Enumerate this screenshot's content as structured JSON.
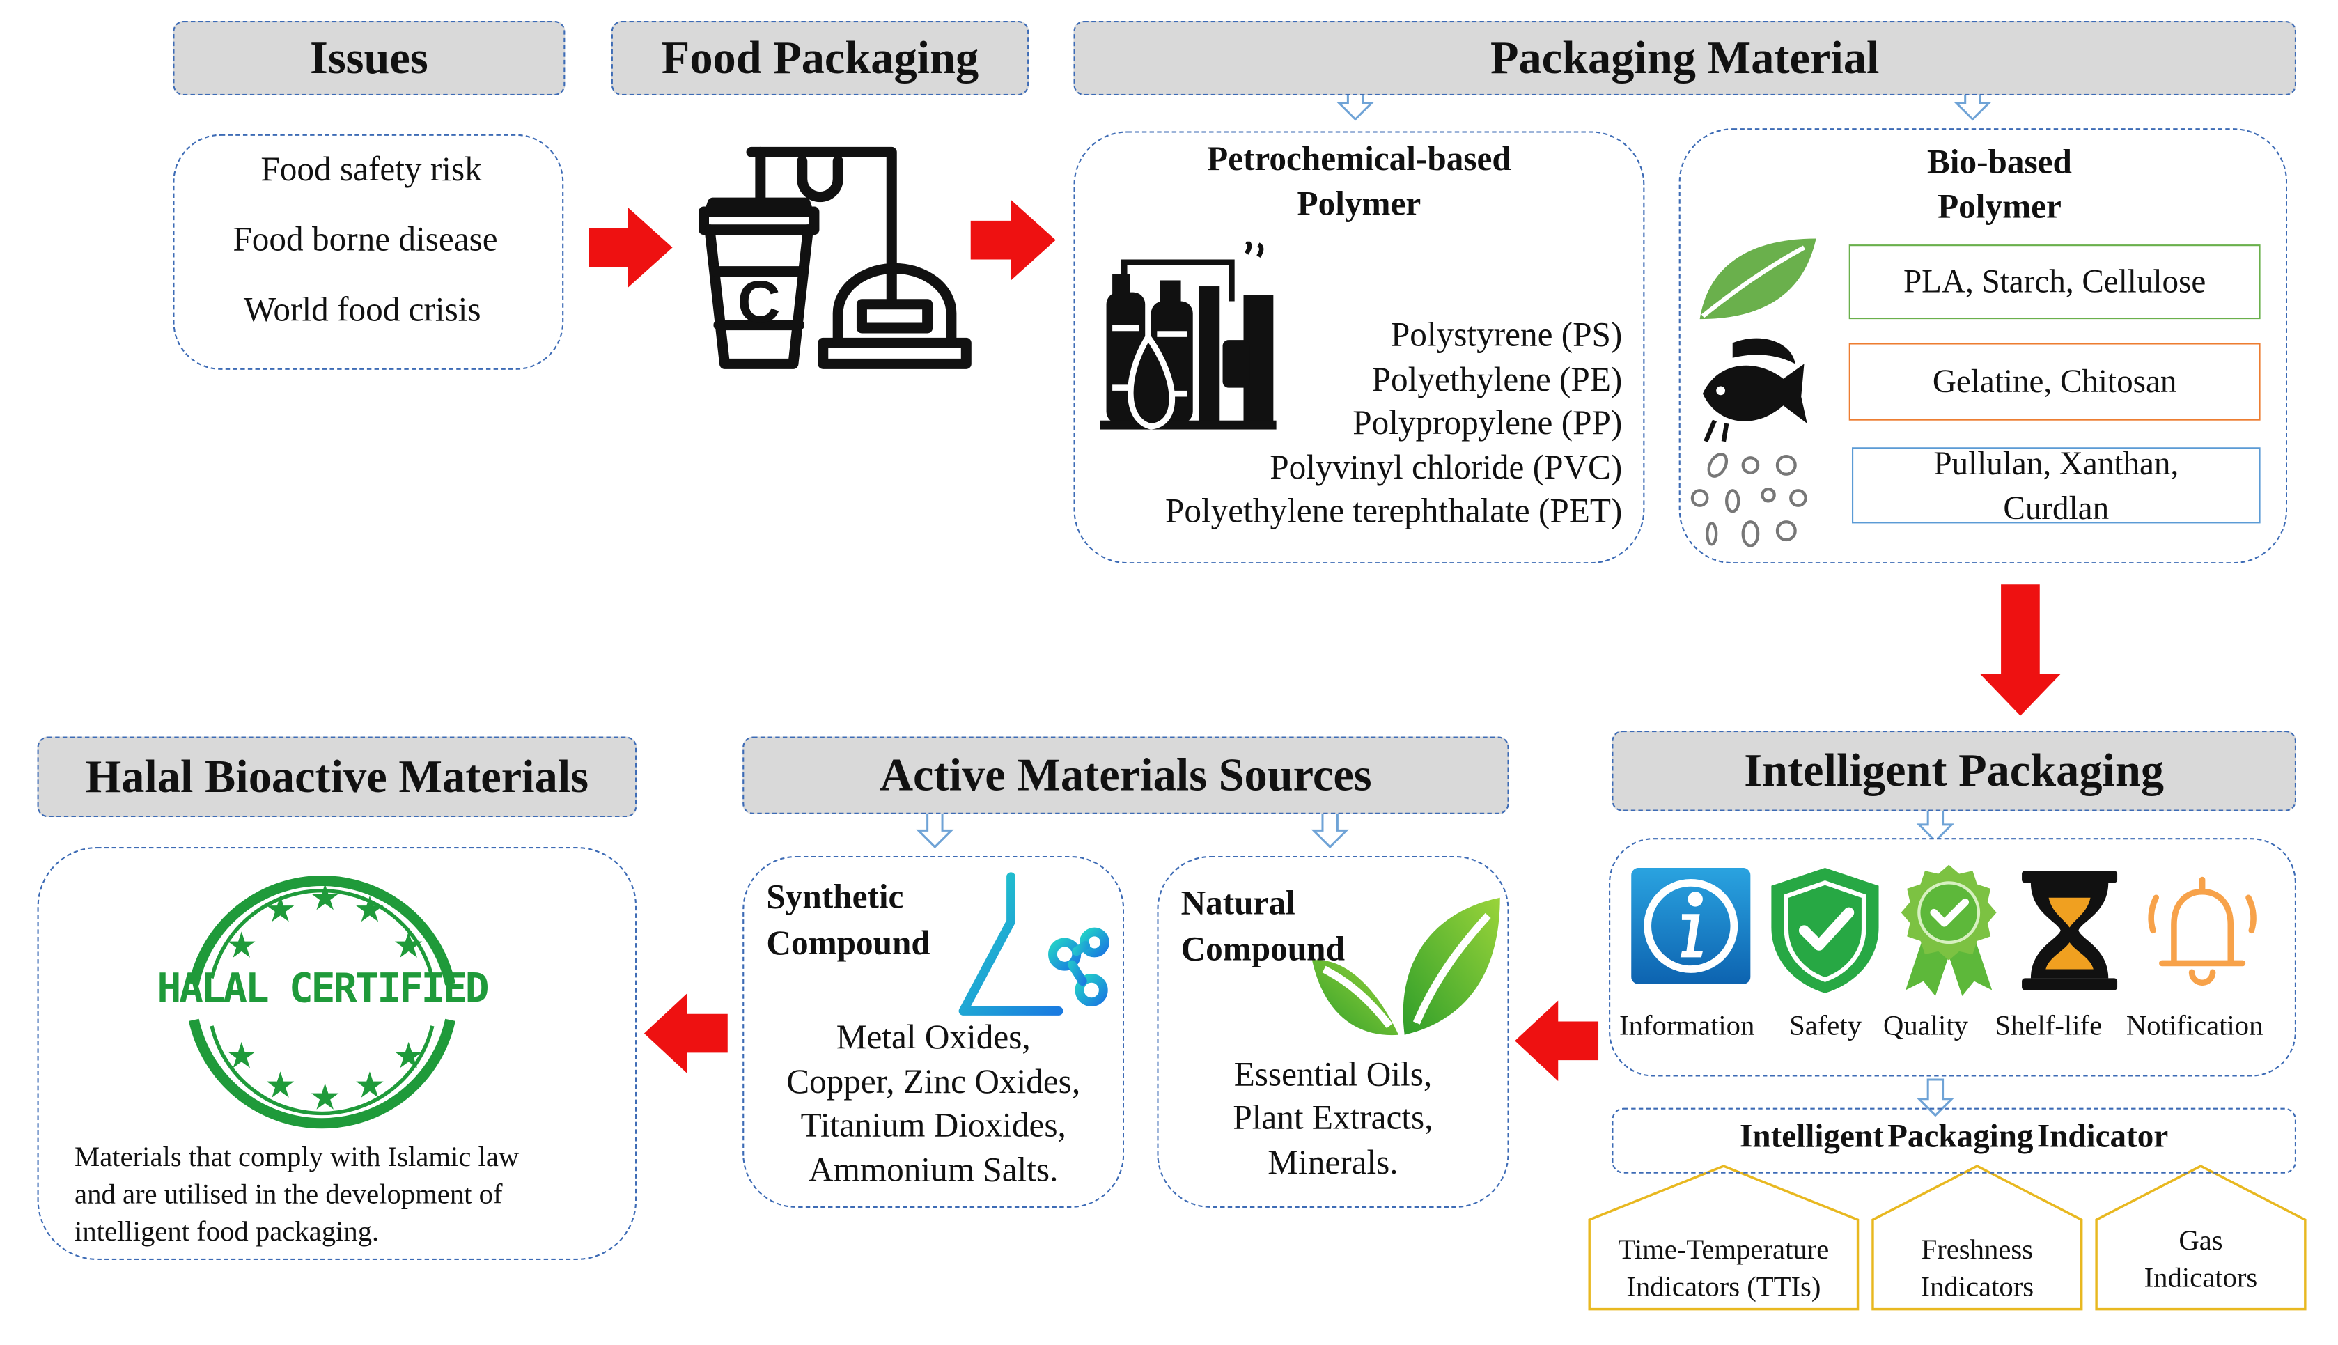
{
  "headers": {
    "issues": "Issues",
    "food_packaging": "Food Packaging",
    "packaging_material": "Packaging Material",
    "halal_bioactive": "Halal Bioactive Materials",
    "active_sources": "Active Materials Sources",
    "intelligent_packaging": "Intelligent Packaging"
  },
  "issues": [
    "Food safety risk",
    "Food borne disease",
    "World food crisis"
  ],
  "petrochemical": {
    "title_line1": "Petrochemical-based",
    "title_line2": "Polymer",
    "items": [
      "Polystyrene (PS)",
      "Polyethylene (PE)",
      "Polypropylene (PP)",
      "Polyvinyl chloride (PVC)",
      "Polyethylene terephthalate (PET)"
    ]
  },
  "biobased": {
    "title_line1": "Bio-based",
    "title_line2": "Polymer",
    "sources": [
      {
        "line1": "PLA, Starch, Cellulose",
        "line2": "",
        "color": "#6ab04c"
      },
      {
        "line1": "Gelatine, Chitosan",
        "line2": "",
        "color": "#ed7d31"
      },
      {
        "line1": "Pullulan, Xanthan,",
        "line2": "Curdlan",
        "color": "#5b9bd5"
      }
    ]
  },
  "halal": {
    "seal_text": "HALAL CERTIFIED",
    "description": [
      "Materials that comply with Islamic law",
      "and are utilised in the development of",
      "intelligent food packaging."
    ],
    "seal_color": "#1f9a3a"
  },
  "synthetic": {
    "title_line1": "Synthetic",
    "title_line2": "Compound",
    "items": [
      "Metal Oxides,",
      "Copper, Zinc Oxides,",
      "Titanium Dioxides,",
      "Ammonium Salts."
    ]
  },
  "natural": {
    "title_line1": "Natural",
    "title_line2": "Compound",
    "items": [
      "Essential Oils,",
      "Plant Extracts,",
      "Minerals."
    ]
  },
  "intelligent_functions": [
    {
      "label": "Information",
      "icon": "info-icon"
    },
    {
      "label": "Safety",
      "icon": "shield-check-icon"
    },
    {
      "label": "Quality",
      "icon": "award-ribbon-icon"
    },
    {
      "label": "Shelf-life",
      "icon": "hourglass-icon"
    },
    {
      "label": "Notification",
      "icon": "bell-icon"
    }
  ],
  "indicator": {
    "title": "Intelligent Packaging Indicator",
    "types": [
      {
        "line1": "Time-Temperature",
        "line2": "Indicators (TTIs)"
      },
      {
        "line1": "Freshness",
        "line2": "Indicators"
      },
      {
        "line1": "Gas",
        "line2": "Indicators"
      }
    ]
  },
  "colors": {
    "header_fill": "#d9d9d9",
    "dashed_border": "#3d6bb5",
    "flow_arrow": "#ee1111",
    "indicator_border": "#e8b820"
  }
}
